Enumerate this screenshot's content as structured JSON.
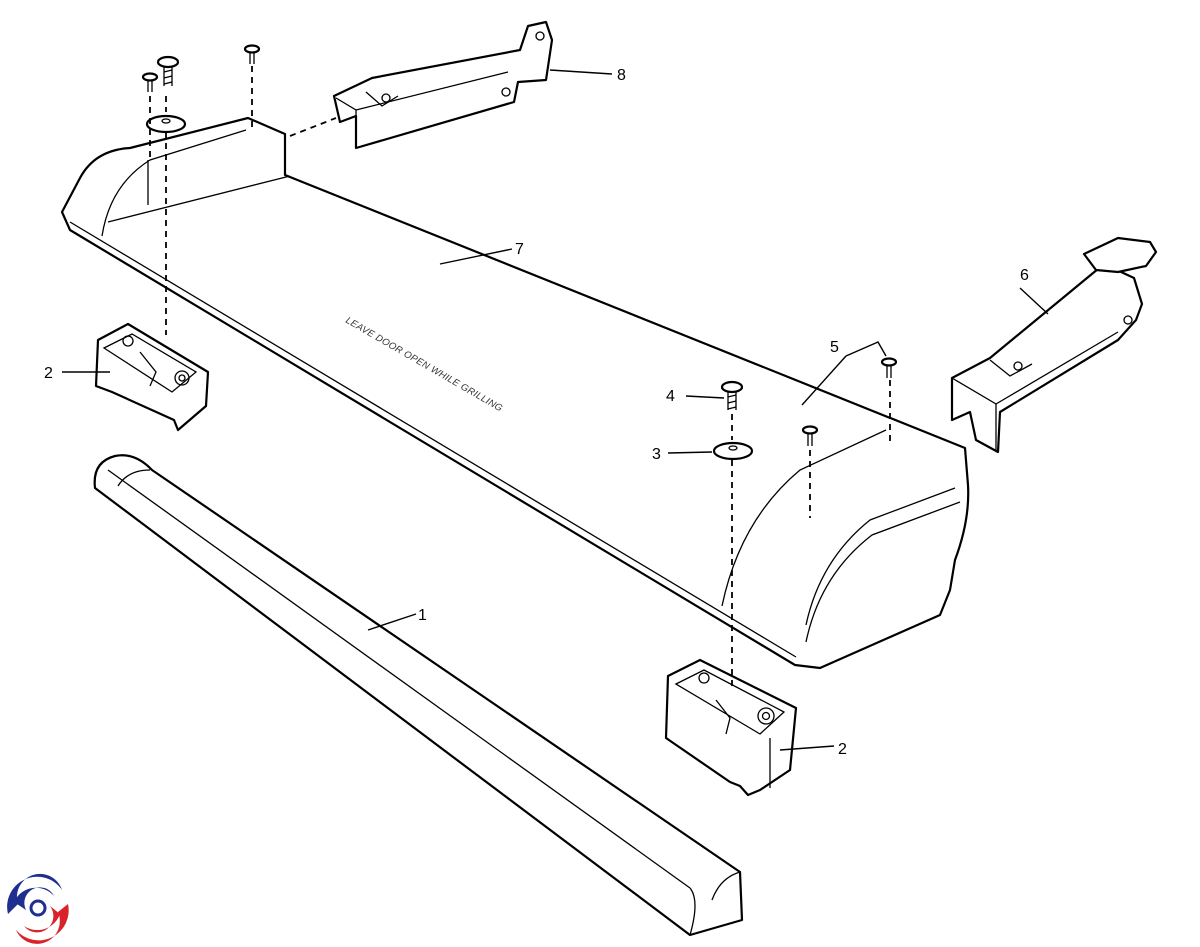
{
  "diagram": {
    "callouts": [
      "1",
      "2",
      "2",
      "3",
      "4",
      "5",
      "6",
      "7",
      "8"
    ],
    "lid_stamp": "LEAVE DOOR OPEN WHILE GRILLING"
  },
  "logo": {
    "icon": "swirl-logo-icon",
    "colors": [
      "#1f2f8f",
      "#d9222a"
    ]
  }
}
